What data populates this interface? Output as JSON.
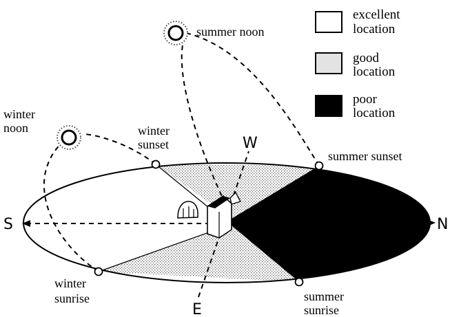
{
  "labels": {
    "summer_noon": "summer noon",
    "winter_noon_1": "winter",
    "winter_noon_2": "noon",
    "winter_sunset_1": "winter",
    "winter_sunset_2": "sunset",
    "summer_sunset": "summer sunset",
    "winter_sunrise_1": "winter",
    "winter_sunrise_2": "sunrise",
    "summer_sunrise_1": "summer",
    "summer_sunrise_2": "sunrise"
  },
  "compass": {
    "south": "S",
    "north": "N",
    "west": "W",
    "east": "E"
  },
  "legend": [
    {
      "line1": "excellent",
      "line2": "location",
      "color": "#ffffff"
    },
    {
      "line1": "good",
      "line2": "location",
      "color": "#e3e3e3"
    },
    {
      "line1": "poor",
      "line2": "location",
      "color": "#000000"
    }
  ],
  "icons": [
    "sun-icon",
    "house-icon",
    "tree-icon"
  ]
}
